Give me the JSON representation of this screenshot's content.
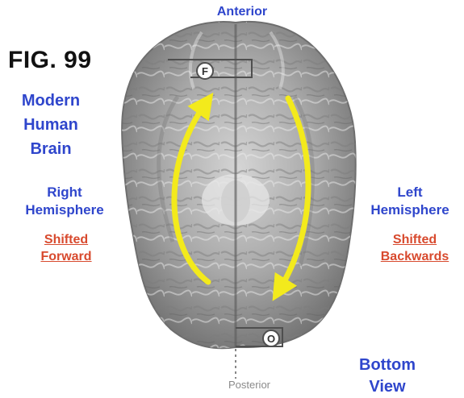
{
  "figure_label": "FIG. 99",
  "orientation": {
    "top": "Anterior",
    "bottom": "Posterior"
  },
  "title_lines": [
    "Modern",
    "Human",
    "Brain"
  ],
  "right_side": {
    "hemisphere_lines": [
      "Right",
      "Hemisphere"
    ],
    "shift_lines": [
      "Shifted",
      "Forward"
    ]
  },
  "left_side": {
    "hemisphere_lines": [
      "Left",
      "Hemisphere"
    ],
    "shift_lines": [
      "Shifted",
      "Backwards"
    ]
  },
  "view_lines": [
    "Bottom",
    "View"
  ],
  "markers": {
    "frontal": "F",
    "occipital": "O"
  },
  "colors": {
    "label_blue": "#2f46cc",
    "shift_red": "#d84a2e",
    "arrow_yellow": "#f3ea1c",
    "brain_gray": "#a7a7a7"
  }
}
